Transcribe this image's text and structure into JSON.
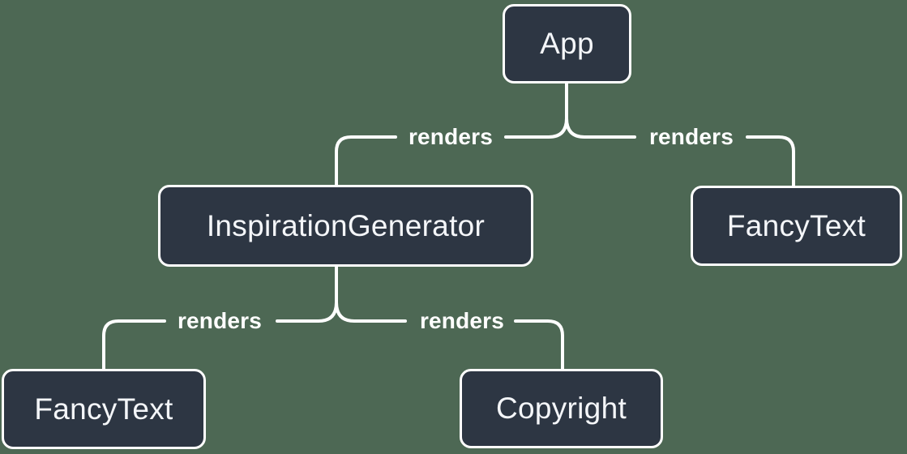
{
  "diagram": {
    "type": "component-render-tree",
    "colors": {
      "background": "#4d6854",
      "node_fill": "#2d3643",
      "node_border": "#ffffff",
      "node_text": "#f4f6f9",
      "edge_line": "#ffffff",
      "edge_label_text": "#ffffff"
    },
    "nodes": {
      "app": {
        "label": "App"
      },
      "inspiration_generator": {
        "label": "InspirationGenerator"
      },
      "fancy_text_top": {
        "label": "FancyText"
      },
      "fancy_text_bottom": {
        "label": "FancyText"
      },
      "copyright": {
        "label": "Copyright"
      }
    },
    "edges": [
      {
        "from": "App",
        "to": "InspirationGenerator",
        "label": "renders"
      },
      {
        "from": "App",
        "to": "FancyText",
        "label": "renders"
      },
      {
        "from": "InspirationGenerator",
        "to": "FancyText",
        "label": "renders"
      },
      {
        "from": "InspirationGenerator",
        "to": "Copyright",
        "label": "renders"
      }
    ]
  }
}
